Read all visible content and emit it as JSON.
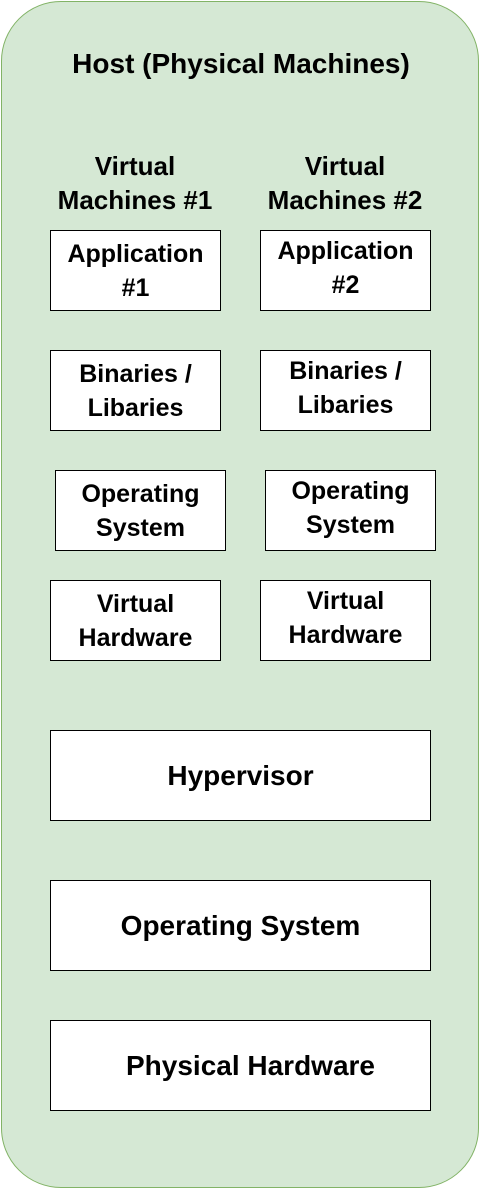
{
  "host": {
    "title": "Host (Physical Machines)",
    "fill_color": "#d5e8d4",
    "border_color": "#82b366"
  },
  "vm1": {
    "title_line1": "Virtual",
    "title_line2": "Machines #1",
    "application_line1": "Application",
    "application_line2": "#1",
    "binaries_line1": "Binaries /",
    "binaries_line2": "Libaries",
    "os_line1": "Operating",
    "os_line2": "System",
    "hardware_line1": "Virtual",
    "hardware_line2": "Hardware"
  },
  "vm2": {
    "title_line1": "Virtual",
    "title_line2": "Machines #2",
    "application_line1": "Application",
    "application_line2": "#2",
    "binaries_line1": "Binaries /",
    "binaries_line2": "Libaries",
    "os_line1": "Operating",
    "os_line2": "System",
    "hardware_line1": "Virtual",
    "hardware_line2": "Hardware"
  },
  "layers": {
    "hypervisor": "Hypervisor",
    "operating_system": "Operating System",
    "physical_hardware": "Physical Hardware"
  }
}
